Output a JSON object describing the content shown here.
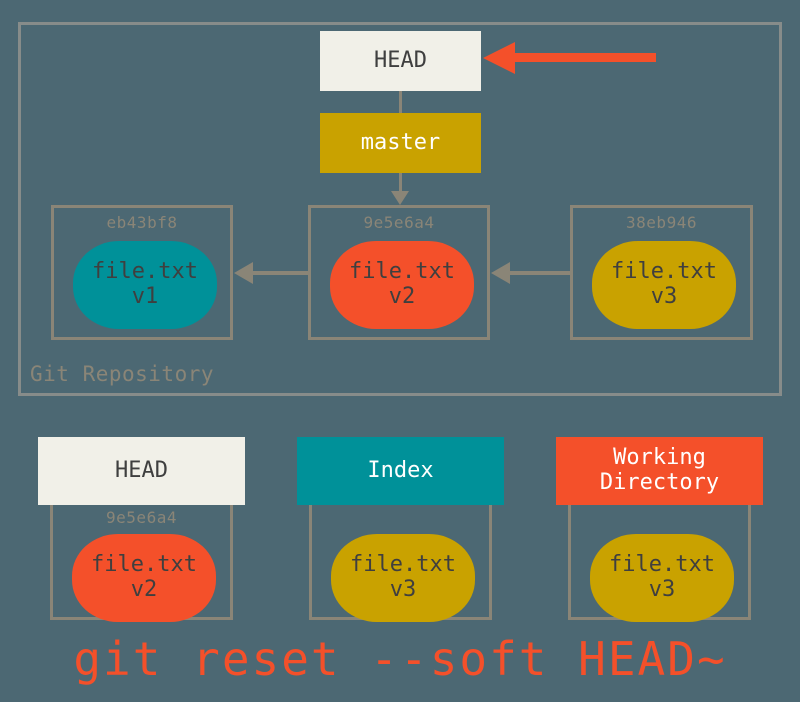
{
  "diagram": {
    "title": "git reset --soft HEAD~",
    "background_color": "#4c6873",
    "repository": {
      "label": "Git Repository",
      "pointer": {
        "head": {
          "label": "HEAD",
          "color": "#f1f0e8"
        },
        "branch": {
          "label": "master",
          "color": "#c9a200"
        },
        "callout_arrow_color": "#f4502a"
      },
      "commits": [
        {
          "sha": "eb43bf8",
          "file": "file.txt",
          "version": "v1",
          "blob_color": "#009199"
        },
        {
          "sha": "9e5e6a4",
          "file": "file.txt",
          "version": "v2",
          "blob_color": "#f4502a"
        },
        {
          "sha": "38eb946",
          "file": "file.txt",
          "version": "v3",
          "blob_color": "#c9a200"
        }
      ]
    },
    "trees": [
      {
        "header": "HEAD",
        "header_color": "#f1f0e8",
        "sha": "9e5e6a4",
        "file": "file.txt",
        "version": "v2",
        "blob_color": "#f4502a"
      },
      {
        "header": "Index",
        "header_color": "#009199",
        "sha": "",
        "file": "file.txt",
        "version": "v3",
        "blob_color": "#c9a200"
      },
      {
        "header_line1": "Working",
        "header_line2": "Directory",
        "header_color": "#f4502a",
        "sha": "",
        "file": "file.txt",
        "version": "v3",
        "blob_color": "#c9a200"
      }
    ],
    "command": "git reset --soft HEAD~"
  }
}
